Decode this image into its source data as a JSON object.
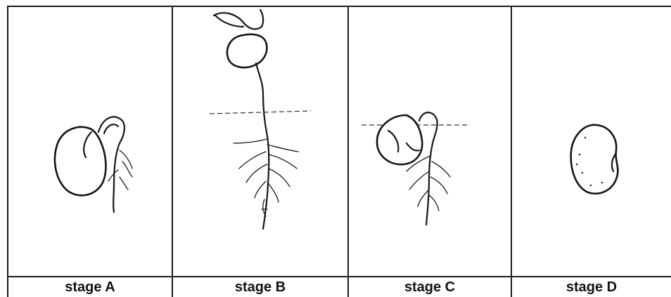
{
  "stages": [
    {
      "id": "a",
      "label": "stage A"
    },
    {
      "id": "b",
      "label": "stage B"
    },
    {
      "id": "c",
      "label": "stage C"
    },
    {
      "id": "d",
      "label": "stage D"
    }
  ],
  "colors": {
    "line": "#161616",
    "background": "#ffffff"
  }
}
